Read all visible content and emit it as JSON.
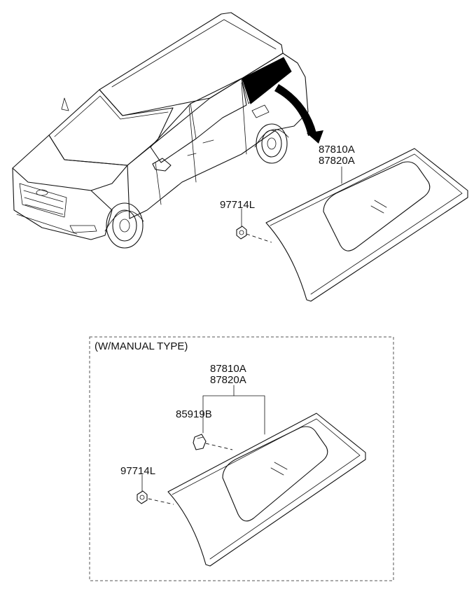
{
  "callouts": {
    "top_glass_line1": "87810A",
    "top_glass_line2": "87820A",
    "top_fastener": "97714L",
    "option_title": "(W/MANUAL TYPE)",
    "bottom_glass_line1": "87810A",
    "bottom_glass_line2": "87820A",
    "bottom_clip": "85919B",
    "bottom_fastener": "97714L"
  },
  "icons": {
    "vehicle": "minivan-illustration",
    "glass": "quarter-glass-panel",
    "fastener": "grommet-nut",
    "clip": "glass-clip",
    "pointer": "curved-arrow"
  }
}
